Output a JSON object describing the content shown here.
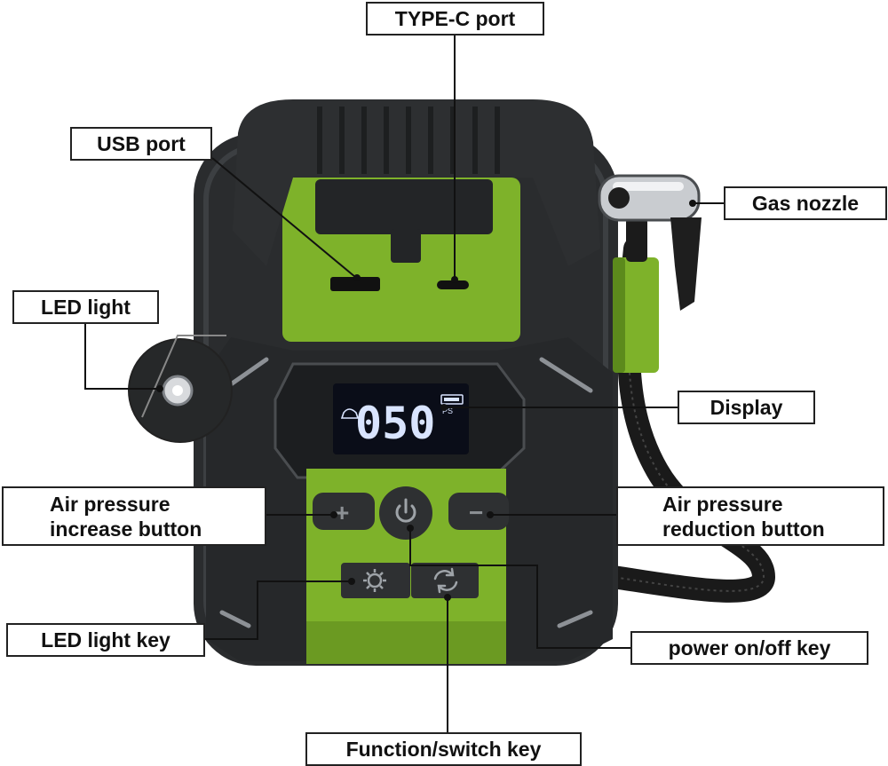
{
  "labels": {
    "typec_port": "TYPE-C port",
    "usb_port": "USB port",
    "gas_nozzle": "Gas nozzle",
    "led_light": "LED light",
    "display": "Display",
    "air_pressure_increase": [
      "Air pressure",
      "increase button"
    ],
    "air_pressure_reduction": [
      "Air pressure",
      "reduction button"
    ],
    "led_light_key": "LED light key",
    "power_key": "power on/off key",
    "function_switch_key": "Function/switch key"
  },
  "device": {
    "display_reading": "050",
    "display_unit": "PS",
    "plus_glyph": "+",
    "minus_glyph": "−"
  },
  "colors": {
    "body_black": "#2a2c2e",
    "accent_green": "#7eb22a",
    "green_dark": "#5c8a1c",
    "lcd_background": "#0a0d18",
    "lcd_digits": "#d9e4ff",
    "leader_line": "#111111"
  }
}
